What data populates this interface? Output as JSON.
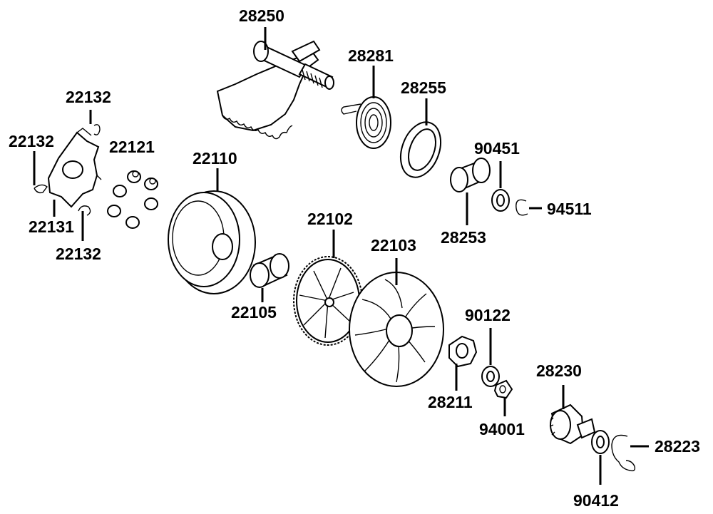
{
  "colors": {
    "ink": "#000000",
    "paper": "#ffffff"
  },
  "labels": {
    "p28250": "28250",
    "p28281": "28281",
    "p28255": "28255",
    "p22132a": "22132",
    "p22132b": "22132",
    "p22132c": "22132",
    "p22121": "22121",
    "p22110": "22110",
    "p22131": "22131",
    "p90451": "90451",
    "p94511": "94511",
    "p28253": "28253",
    "p22102": "22102",
    "p22103": "22103",
    "p22105": "22105",
    "p90122": "90122",
    "p28211": "28211",
    "p94001": "94001",
    "p28230": "28230",
    "p28223": "28223",
    "p90412": "90412"
  }
}
